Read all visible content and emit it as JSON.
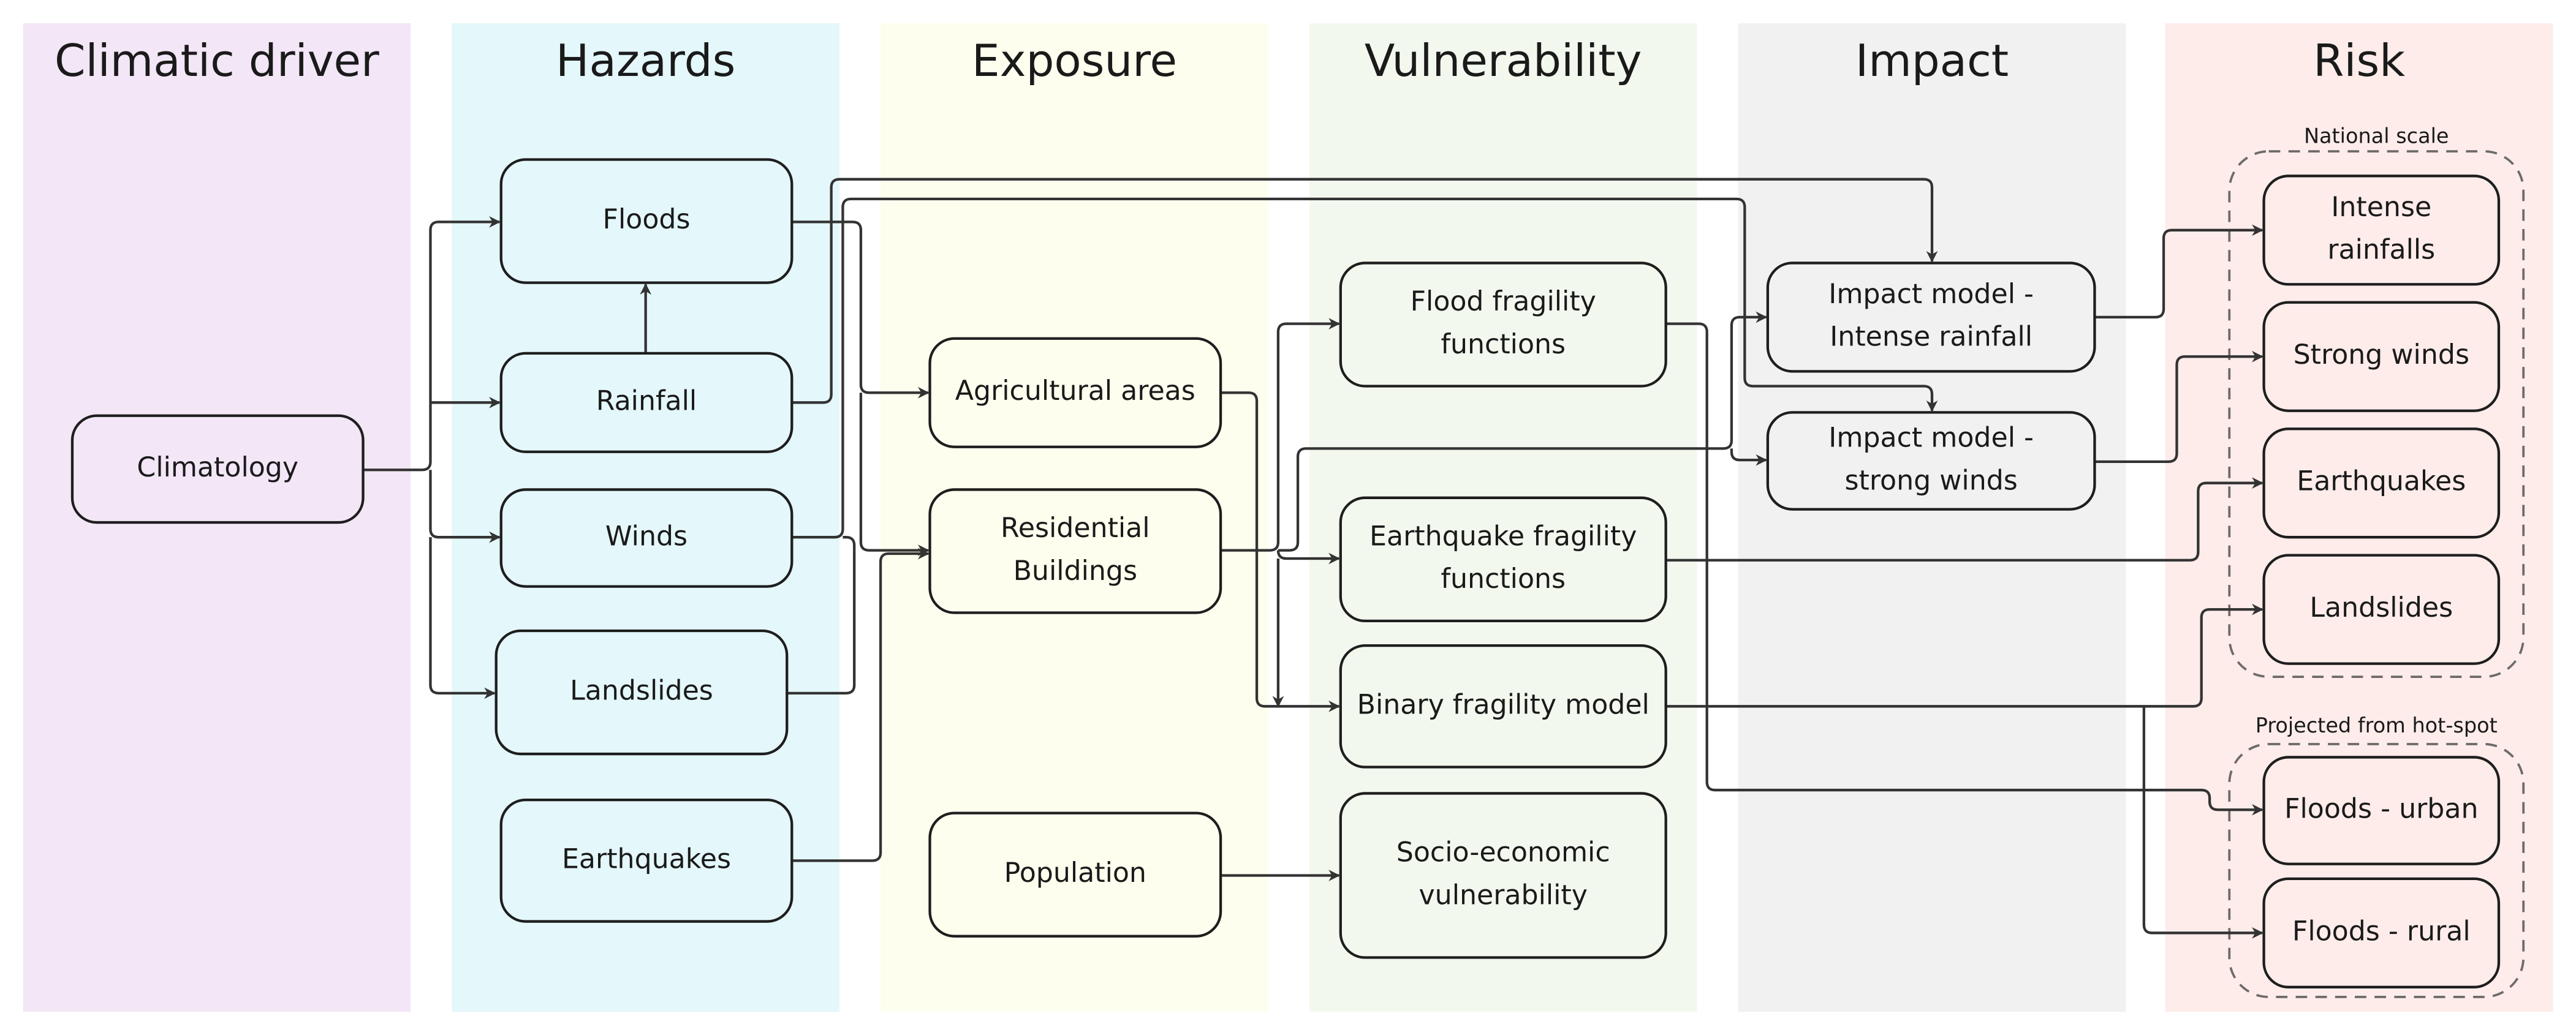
{
  "diagram": {
    "columns": [
      {
        "id": "climatic",
        "title": "Climatic driver",
        "color": "#f3e6f6"
      },
      {
        "id": "hazards",
        "title": "Hazards",
        "color": "#e4f7fa"
      },
      {
        "id": "exposure",
        "title": "Exposure",
        "color": "#fefeee"
      },
      {
        "id": "vulnerability",
        "title": "Vulnerability",
        "color": "#f2f8ee"
      },
      {
        "id": "impact",
        "title": "Impact",
        "color": "#f1f1f1"
      },
      {
        "id": "risk",
        "title": "Risk",
        "color": "#fdecea"
      }
    ],
    "groups": [
      {
        "id": "national",
        "label": "National scale"
      },
      {
        "id": "hotspot",
        "label": "Projected from hot-spot"
      }
    ],
    "nodes": [
      {
        "id": "climatology",
        "column": "climatic",
        "lines": [
          "Climatology"
        ]
      },
      {
        "id": "floods",
        "column": "hazards",
        "lines": [
          "Floods"
        ]
      },
      {
        "id": "rainfall",
        "column": "hazards",
        "lines": [
          "Rainfall"
        ]
      },
      {
        "id": "winds",
        "column": "hazards",
        "lines": [
          "Winds"
        ]
      },
      {
        "id": "landslides",
        "column": "hazards",
        "lines": [
          "Landslides"
        ]
      },
      {
        "id": "earthquakes",
        "column": "hazards",
        "lines": [
          "Earthquakes"
        ]
      },
      {
        "id": "agricultural",
        "column": "exposure",
        "lines": [
          "Agricultural areas"
        ]
      },
      {
        "id": "residential",
        "column": "exposure",
        "lines": [
          "Residential",
          "Buildings"
        ]
      },
      {
        "id": "population",
        "column": "exposure",
        "lines": [
          "Population"
        ]
      },
      {
        "id": "flood_frag",
        "column": "vulnerability",
        "lines": [
          "Flood fragility",
          "functions"
        ]
      },
      {
        "id": "eq_frag",
        "column": "vulnerability",
        "lines": [
          "Earthquake fragility",
          "functions"
        ]
      },
      {
        "id": "binary_frag",
        "column": "vulnerability",
        "lines": [
          "Binary fragility model"
        ]
      },
      {
        "id": "socio",
        "column": "vulnerability",
        "lines": [
          "Socio-economic",
          "vulnerability"
        ]
      },
      {
        "id": "impact_rain",
        "column": "impact",
        "lines": [
          "Impact model -",
          "Intense rainfall"
        ]
      },
      {
        "id": "impact_wind",
        "column": "impact",
        "lines": [
          "Impact model -",
          "strong winds"
        ]
      },
      {
        "id": "risk_rain",
        "column": "risk",
        "group": "national",
        "lines": [
          "Intense",
          "rainfalls"
        ]
      },
      {
        "id": "risk_wind",
        "column": "risk",
        "group": "national",
        "lines": [
          "Strong winds"
        ]
      },
      {
        "id": "risk_eq",
        "column": "risk",
        "group": "national",
        "lines": [
          "Earthquakes"
        ]
      },
      {
        "id": "risk_land",
        "column": "risk",
        "group": "national",
        "lines": [
          "Landslides"
        ]
      },
      {
        "id": "risk_flood_urban",
        "column": "risk",
        "group": "hotspot",
        "lines": [
          "Floods - urban"
        ]
      },
      {
        "id": "risk_flood_rural",
        "column": "risk",
        "group": "hotspot",
        "lines": [
          "Floods - rural"
        ]
      }
    ],
    "edges": [
      {
        "from": "climatology",
        "to": "floods"
      },
      {
        "from": "climatology",
        "to": "rainfall"
      },
      {
        "from": "climatology",
        "to": "winds"
      },
      {
        "from": "climatology",
        "to": "landslides"
      },
      {
        "from": "rainfall",
        "to": "floods"
      },
      {
        "from": "rainfall",
        "to": "impact_rain"
      },
      {
        "from": "floods",
        "to": "agricultural"
      },
      {
        "from": "floods",
        "to": "residential"
      },
      {
        "from": "winds",
        "to": "impact_wind"
      },
      {
        "from": "winds",
        "to": "residential"
      },
      {
        "from": "landslides",
        "to": "residential"
      },
      {
        "from": "earthquakes",
        "to": "residential"
      },
      {
        "from": "agricultural",
        "to": "binary_frag"
      },
      {
        "from": "residential",
        "to": "flood_frag"
      },
      {
        "from": "residential",
        "to": "eq_frag"
      },
      {
        "from": "residential",
        "to": "binary_frag"
      },
      {
        "from": "residential",
        "to": "impact_rain"
      },
      {
        "from": "residential",
        "to": "impact_wind"
      },
      {
        "from": "population",
        "to": "socio"
      },
      {
        "from": "flood_frag",
        "to": "risk_flood_urban"
      },
      {
        "from": "eq_frag",
        "to": "risk_eq"
      },
      {
        "from": "binary_frag",
        "to": "risk_land"
      },
      {
        "from": "binary_frag",
        "to": "risk_flood_rural"
      },
      {
        "from": "impact_rain",
        "to": "risk_rain"
      },
      {
        "from": "impact_wind",
        "to": "risk_wind"
      }
    ]
  }
}
